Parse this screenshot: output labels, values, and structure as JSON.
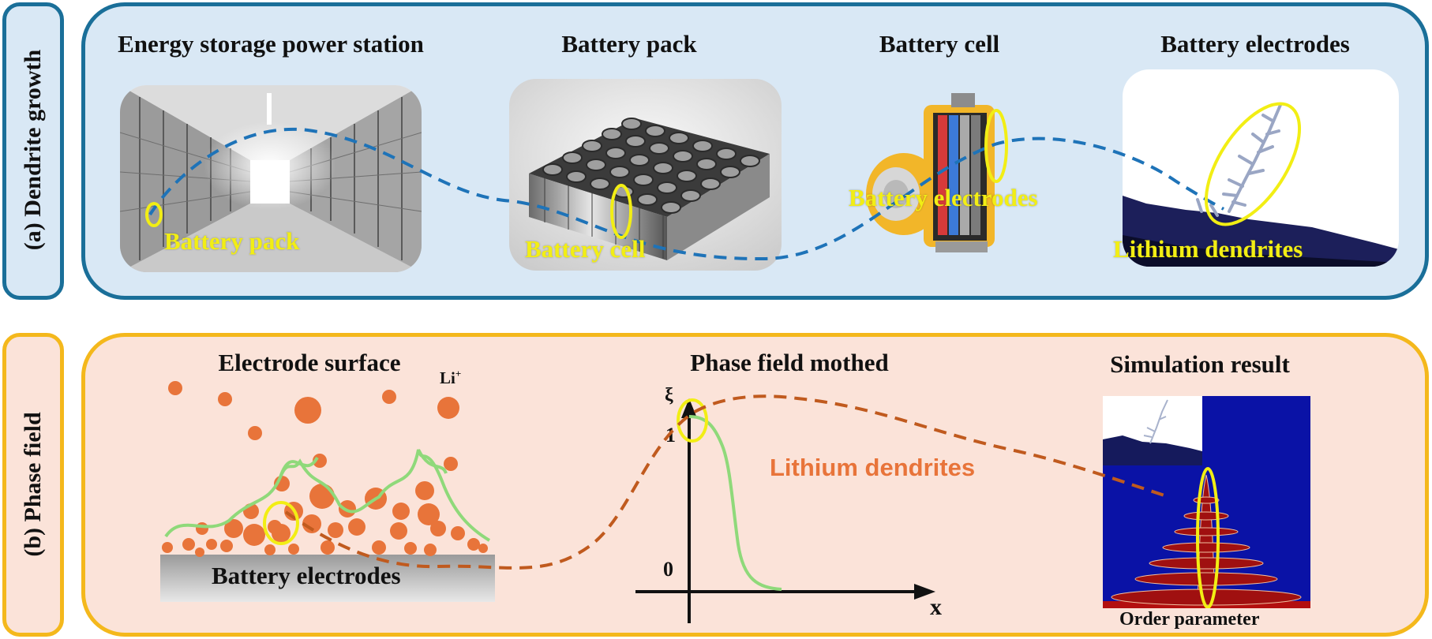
{
  "panel_a": {
    "side_label": "(a) Dendrite growth",
    "titles": {
      "station": "Energy storage power station",
      "pack": "Battery pack",
      "cell": "Battery cell",
      "electrodes": "Battery electrodes"
    },
    "highlight_labels": {
      "pack": "Battery pack",
      "cell": "Battery cell",
      "electrodes": "Battery electrodes",
      "dendrites": "Lithium dendrites"
    }
  },
  "panel_b": {
    "side_label": "(b) Phase field",
    "titles": {
      "surface": "Electrode surface",
      "method": "Phase field mothed",
      "result": "Simulation result"
    },
    "ion_label": "Li",
    "ion_charge": "+",
    "substrate_label": "Battery electrodes",
    "dendrite_label": "Lithium dendrites",
    "graph": {
      "y_symbol": "ξ",
      "y_one": "1",
      "y_zero": "0",
      "x_symbol": "x"
    },
    "result_caption": "Order parameter"
  },
  "colors": {
    "panel_a_border": "#1a6f99",
    "panel_a_fill": "#d9e8f5",
    "panel_b_border": "#f4b81c",
    "panel_b_fill": "#fbe3d9",
    "highlight": "#f2ee14",
    "connector_a": "#1e73b8",
    "connector_b": "#c05a1e",
    "particles": "#e8743a",
    "phase_curve": "#8fd97a"
  }
}
